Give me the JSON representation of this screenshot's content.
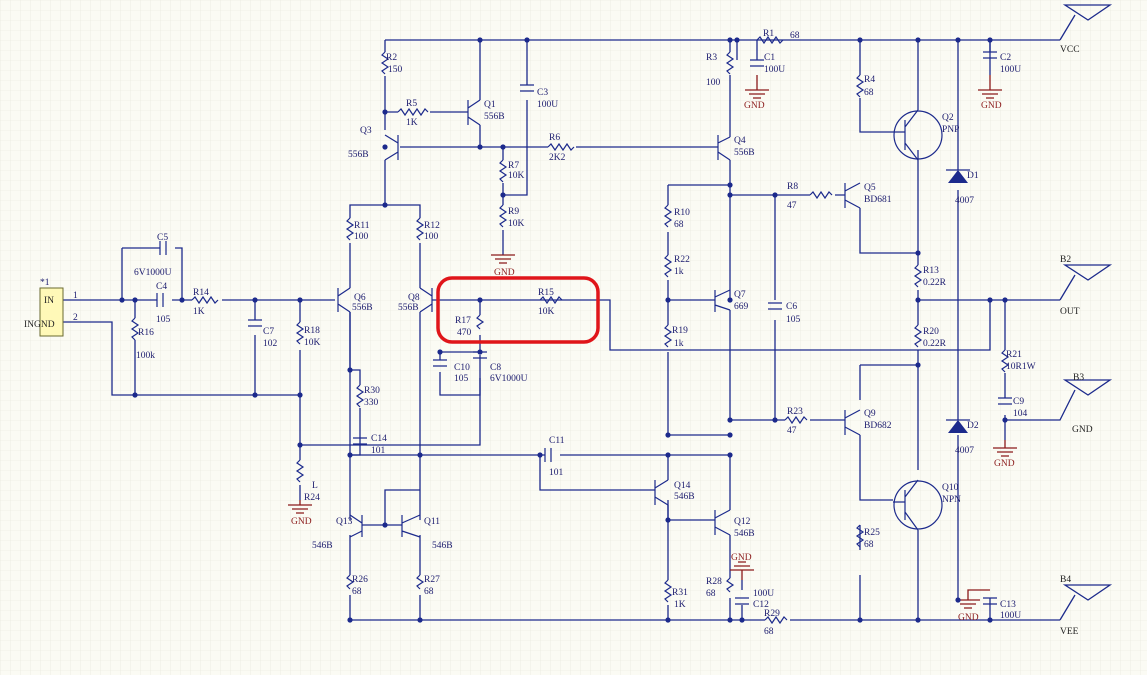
{
  "schematic": {
    "connector": {
      "ref": "*1",
      "pin1_name": "IN",
      "pin2_name": "INGND",
      "pin1_num": "1",
      "pin2_num": "2"
    },
    "ports": {
      "vcc": "VCC",
      "out": "OUT",
      "vee": "VEE",
      "gnd": "GND",
      "b2": "B2",
      "b3": "B3",
      "b4": "B4"
    },
    "highlight_color": "#e0151a",
    "labels": [
      {
        "key": "r1",
        "ref": "R1",
        "value": "68"
      },
      {
        "key": "r2",
        "ref": "R2",
        "value": "150"
      },
      {
        "key": "r3",
        "ref": "R3",
        "value": "100"
      },
      {
        "key": "r4",
        "ref": "R4",
        "value": "68"
      },
      {
        "key": "r5",
        "ref": "R5",
        "value": "1K"
      },
      {
        "key": "r6",
        "ref": "R6",
        "value": "2K2"
      },
      {
        "key": "r7",
        "ref": "R7",
        "value": "10K"
      },
      {
        "key": "r8",
        "ref": "R8",
        "value": "47"
      },
      {
        "key": "r9",
        "ref": "R9",
        "value": "10K"
      },
      {
        "key": "r10",
        "ref": "R10",
        "value": "68"
      },
      {
        "key": "r11",
        "ref": "R11",
        "value": "100"
      },
      {
        "key": "r12",
        "ref": "R12",
        "value": "100"
      },
      {
        "key": "r13",
        "ref": "R13",
        "value": "0.22R"
      },
      {
        "key": "r14",
        "ref": "R14",
        "value": "1K"
      },
      {
        "key": "r15",
        "ref": "R15",
        "value": "10K"
      },
      {
        "key": "r16",
        "ref": "R16",
        "value": "100k"
      },
      {
        "key": "r17",
        "ref": "R17",
        "value": "470"
      },
      {
        "key": "r18",
        "ref": "R18",
        "value": "10K"
      },
      {
        "key": "r19",
        "ref": "R19",
        "value": "1k"
      },
      {
        "key": "r20",
        "ref": "R20",
        "value": "0.22R"
      },
      {
        "key": "r21",
        "ref": "R21",
        "value": "10R1W"
      },
      {
        "key": "r22",
        "ref": "R22",
        "value": "1k"
      },
      {
        "key": "r23",
        "ref": "R23",
        "value": "47"
      },
      {
        "key": "r24",
        "ref": "R24",
        "value": "L"
      },
      {
        "key": "r25",
        "ref": "R25",
        "value": "68"
      },
      {
        "key": "r26",
        "ref": "R26",
        "value": "68"
      },
      {
        "key": "r27",
        "ref": "R27",
        "value": "68"
      },
      {
        "key": "r28",
        "ref": "R28",
        "value": "68"
      },
      {
        "key": "r29",
        "ref": "R29",
        "value": "68"
      },
      {
        "key": "r30",
        "ref": "R30",
        "value": "330"
      },
      {
        "key": "r31",
        "ref": "R31",
        "value": "1K"
      },
      {
        "key": "c1",
        "ref": "C1",
        "value": "100U"
      },
      {
        "key": "c2",
        "ref": "C2",
        "value": "100U"
      },
      {
        "key": "c3",
        "ref": "C3",
        "value": "100U"
      },
      {
        "key": "c4",
        "ref": "C4",
        "value": "105"
      },
      {
        "key": "c5",
        "ref": "C5",
        "value": "6V1000U"
      },
      {
        "key": "c6",
        "ref": "C6",
        "value": "105"
      },
      {
        "key": "c7",
        "ref": "C7",
        "value": "102"
      },
      {
        "key": "c8",
        "ref": "C8",
        "value": "6V1000U"
      },
      {
        "key": "c9",
        "ref": "C9",
        "value": "104"
      },
      {
        "key": "c10",
        "ref": "C10",
        "value": "105"
      },
      {
        "key": "c11",
        "ref": "C11",
        "value": "101"
      },
      {
        "key": "c12",
        "ref": "C12",
        "value": "100U"
      },
      {
        "key": "c13",
        "ref": "C13",
        "value": "100U"
      },
      {
        "key": "c14",
        "ref": "C14",
        "value": "101"
      },
      {
        "key": "q1",
        "ref": "Q1",
        "value": "556B"
      },
      {
        "key": "q2",
        "ref": "Q2",
        "value": "PNP"
      },
      {
        "key": "q3",
        "ref": "Q3",
        "value": "556B"
      },
      {
        "key": "q4",
        "ref": "Q4",
        "value": "556B"
      },
      {
        "key": "q5",
        "ref": "Q5",
        "value": "BD681"
      },
      {
        "key": "q6",
        "ref": "Q6",
        "value": "556B"
      },
      {
        "key": "q7",
        "ref": "Q7",
        "value": "669"
      },
      {
        "key": "q8",
        "ref": "Q8",
        "value": "556B"
      },
      {
        "key": "q9",
        "ref": "Q9",
        "value": "BD682"
      },
      {
        "key": "q10",
        "ref": "Q10",
        "value": "NPN"
      },
      {
        "key": "q11",
        "ref": "Q11",
        "value": "546B"
      },
      {
        "key": "q12",
        "ref": "Q12",
        "value": "546B"
      },
      {
        "key": "q13",
        "ref": "Q13",
        "value": "546B"
      },
      {
        "key": "q14",
        "ref": "Q14",
        "value": "546B"
      },
      {
        "key": "d1",
        "ref": "D1",
        "value": "4007"
      },
      {
        "key": "d2",
        "ref": "D2",
        "value": "4007"
      }
    ]
  }
}
